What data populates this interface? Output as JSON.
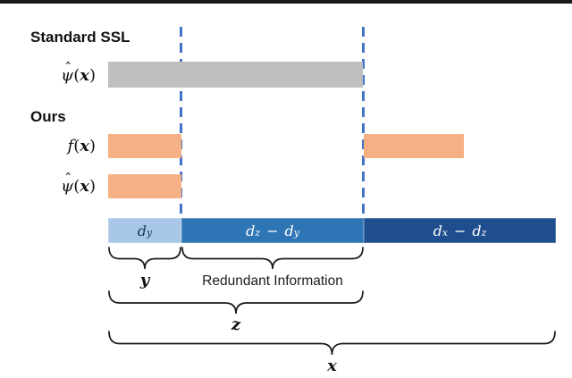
{
  "header": {
    "standard_ssl": "Standard SSL",
    "ours": "Ours"
  },
  "math": {
    "hat": "ˆ",
    "psi": "ψ",
    "f": "f",
    "x_var": "x",
    "lparen": "(",
    "rparen": ")",
    "d": "d",
    "minus": "−",
    "sub_y": "y",
    "sub_z": "z",
    "sub_x": "x"
  },
  "dimension_bar": {
    "segments": [
      {
        "name": "d_y",
        "color": "#a9c7e9"
      },
      {
        "name": "d_z - d_y",
        "color": "#2e75b6"
      },
      {
        "name": "d_x - d_z",
        "color": "#1f4e8f"
      }
    ]
  },
  "annotations": {
    "y": "y",
    "z": "z",
    "x": "x",
    "redundant_info": "Redundant Information"
  },
  "colors": {
    "gray_bar": "#bfbfbf",
    "orange_bar": "#f5b183",
    "light_blue": "#a9c7e9",
    "medium_blue": "#2e75b6",
    "dark_blue": "#1f4e8f",
    "dashed_line": "#4472c4",
    "top_rule": "#1a1a1a"
  }
}
